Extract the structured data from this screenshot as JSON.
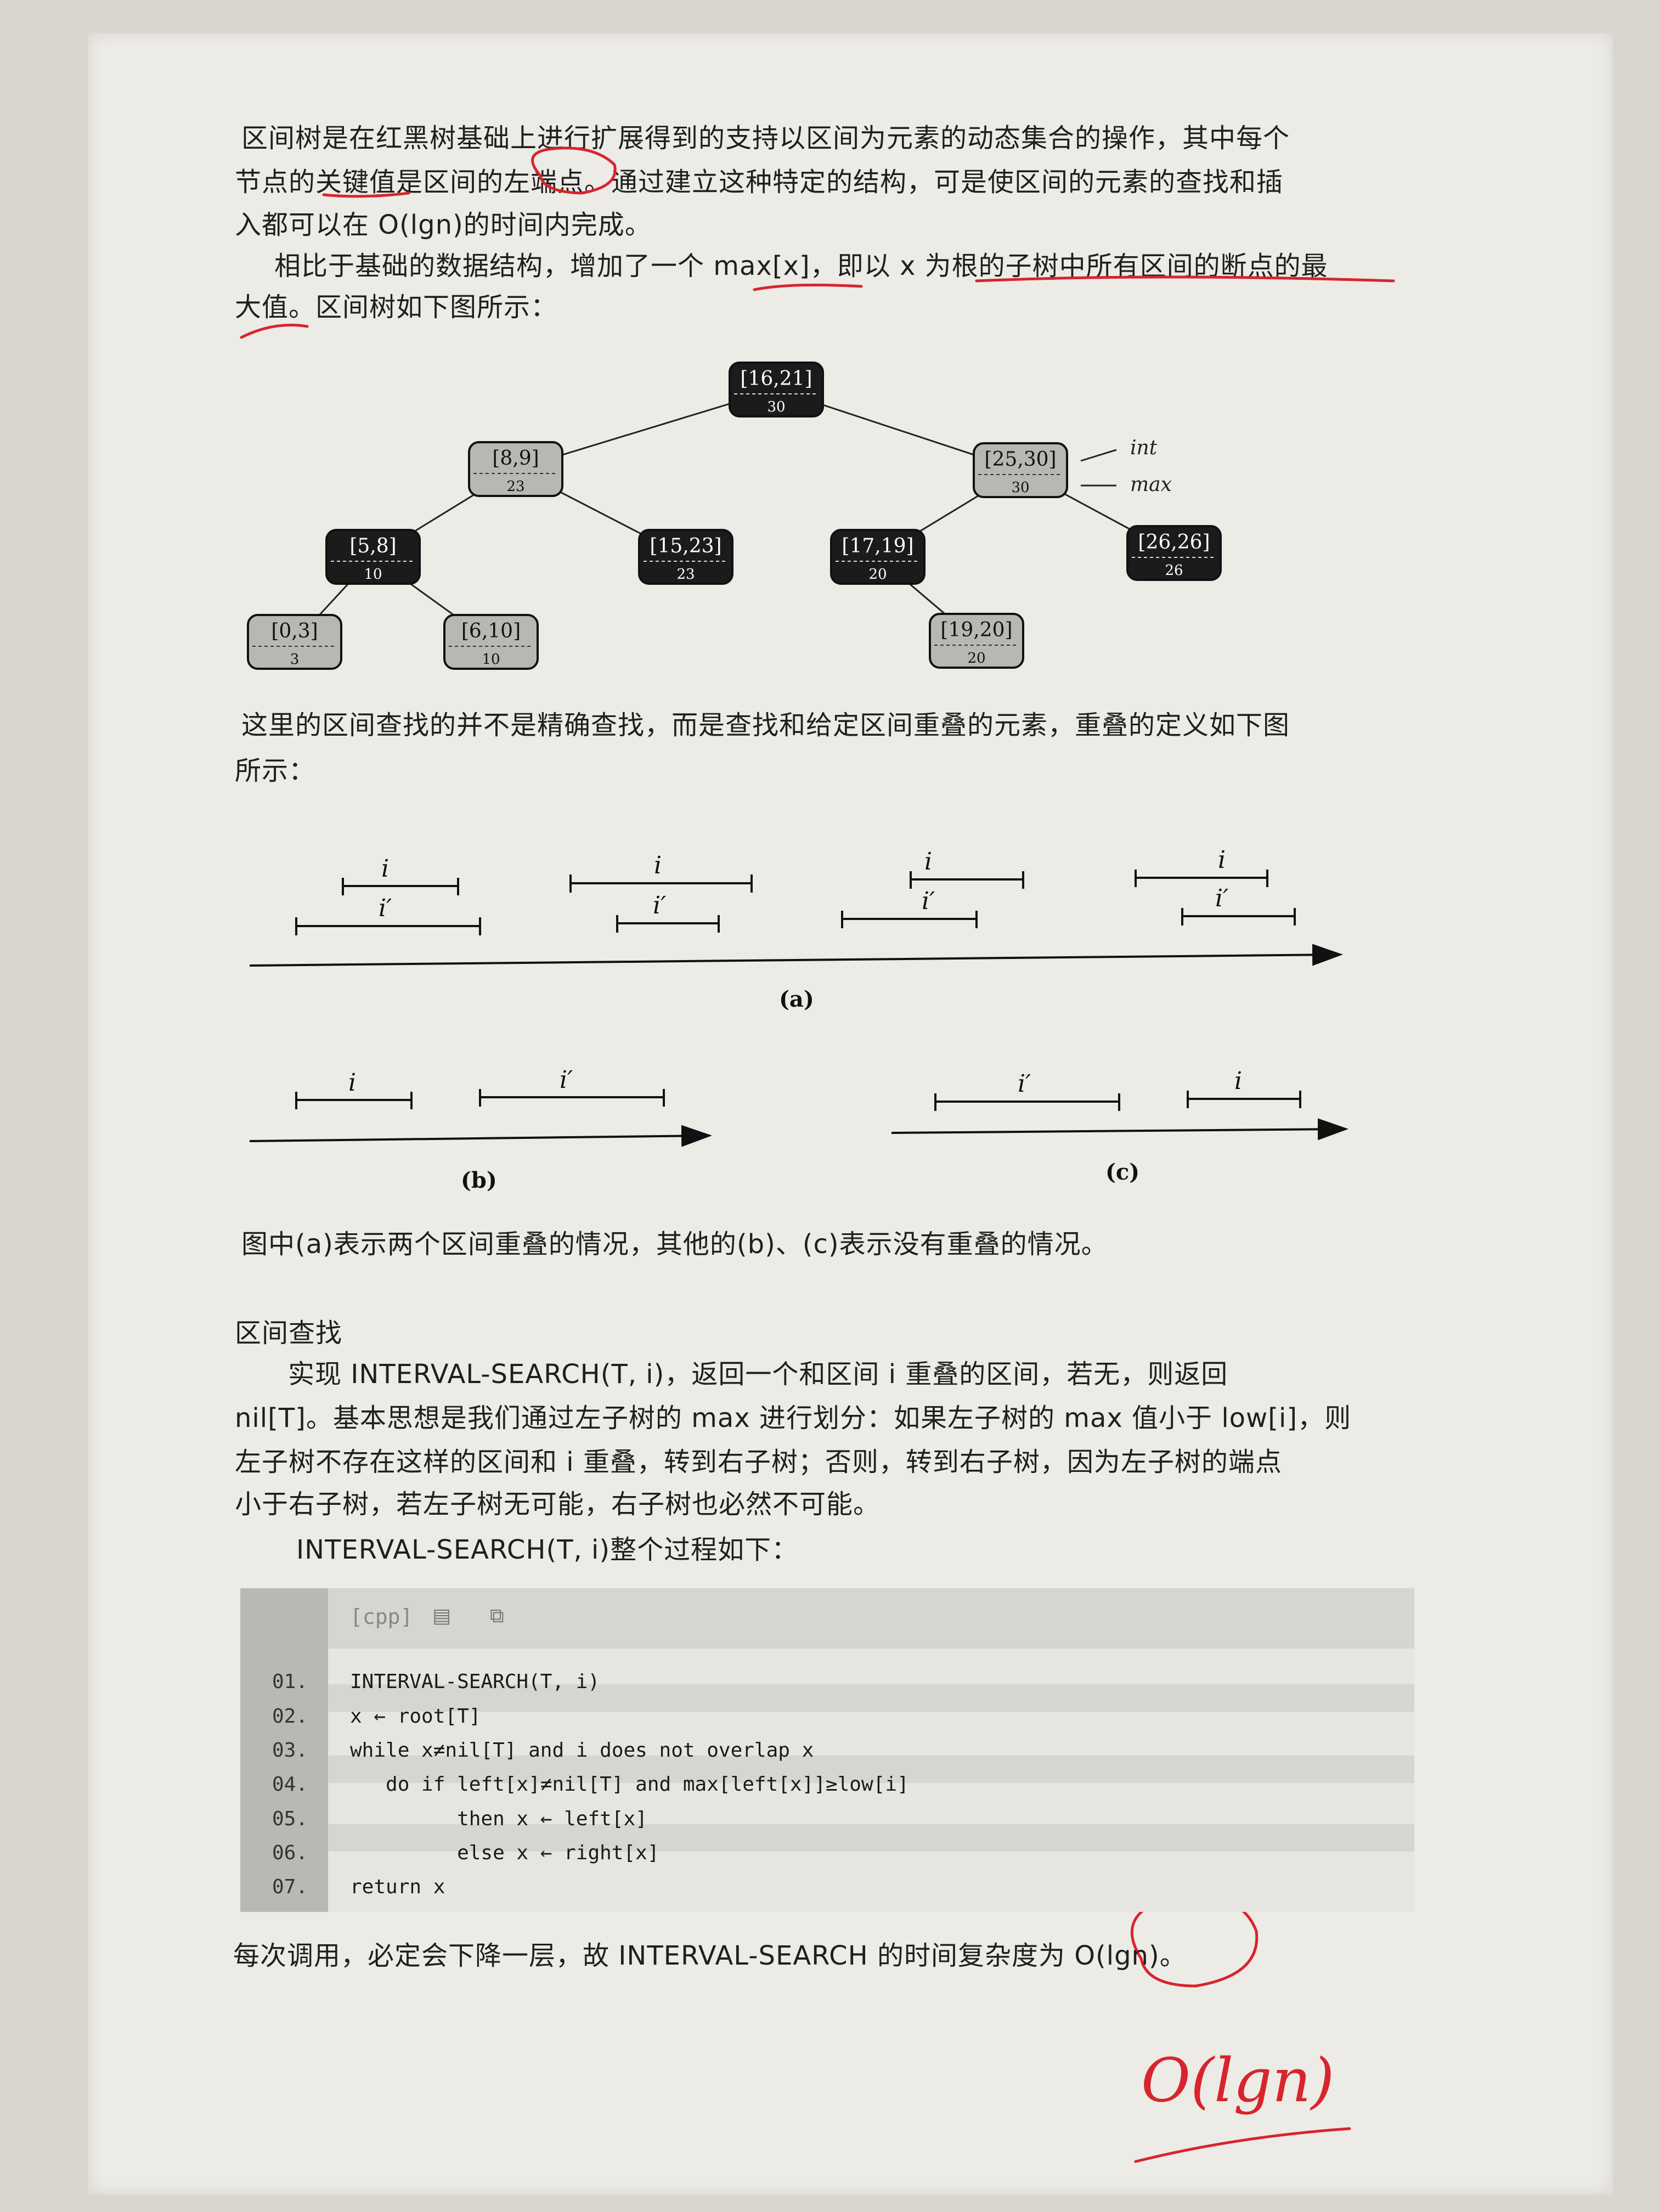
{
  "paragraphs": {
    "p1_l1": "区间树是在红黑树基础上进行扩展得到的支持以区间为元素的动态集合的操作，其中每个",
    "p1_l2": "节点的关键值是区间的左端点。通过建立这种特定的结构，可是使区间的元素的查找和插",
    "p1_l3": "入都可以在 O(lgn)的时间内完成。",
    "p2_l1": "相比于基础的数据结构，增加了一个 max[x]，即以 x 为根的子树中所有区间的断点的最",
    "p2_l2": "大值。区间树如下图所示：",
    "p3_l1": "这里的区间查找的并不是精确查找，而是查找和给定区间重叠的元素，重叠的定义如下图",
    "p3_l2": "所示：",
    "p4": "图中(a)表示两个区间重叠的情况，其他的(b)、(c)表示没有重叠的情况。",
    "heading": "区间查找",
    "p5_l1": "实现 INTERVAL-SEARCH(T, i)，返回一个和区间 i 重叠的区间，若无，则返回",
    "p5_l2": "nil[T]。基本思想是我们通过左子树的 max 进行划分：如果左子树的 max 值小于 low[i]，则",
    "p5_l3": "左子树不存在这样的区间和 i 重叠，转到右子树；否则，转到右子树，因为左子树的端点",
    "p5_l4": "小于右子树，若左子树无可能，右子树也必然不可能。",
    "p6": "INTERVAL-SEARCH(T, i)整个过程如下：",
    "p7": "每次调用，必定会下降一层，故 INTERVAL-SEARCH 的时间复杂度为 O(lgn)。"
  },
  "tree": {
    "nodes": [
      {
        "id": "n1",
        "interval": "[16,21]",
        "max": "30",
        "color": "black"
      },
      {
        "id": "n2",
        "interval": "[8,9]",
        "max": "23",
        "color": "gray"
      },
      {
        "id": "n3",
        "interval": "[25,30]",
        "max": "30",
        "color": "gray"
      },
      {
        "id": "n4",
        "interval": "[5,8]",
        "max": "10",
        "color": "black"
      },
      {
        "id": "n5",
        "interval": "[15,23]",
        "max": "23",
        "color": "black"
      },
      {
        "id": "n6",
        "interval": "[17,19]",
        "max": "20",
        "color": "black"
      },
      {
        "id": "n7",
        "interval": "[26,26]",
        "max": "26",
        "color": "black"
      },
      {
        "id": "n8",
        "interval": "[0,3]",
        "max": "3",
        "color": "gray"
      },
      {
        "id": "n9",
        "interval": "[6,10]",
        "max": "10",
        "color": "gray"
      },
      {
        "id": "n10",
        "interval": "[19,20]",
        "max": "20",
        "color": "gray"
      }
    ],
    "label_int": "int",
    "label_max": "max"
  },
  "overlap_figure": {
    "label_i": "i",
    "label_i_prime": "i′",
    "caption_a": "(a)",
    "caption_b": "(b)",
    "caption_c": "(c)"
  },
  "code": {
    "header": "[cpp]",
    "line_numbers": [
      "01.",
      "02.",
      "03.",
      "04.",
      "05.",
      "06.",
      "07."
    ],
    "lines": [
      "INTERVAL-SEARCH(T, i)",
      "x ← root[T]",
      "while x≠nil[T] and i does not overlap x",
      "   do if left[x]≠nil[T] and max[left[x]]≥low[i]",
      "         then x ← left[x]",
      "         else x ← right[x]",
      "return x"
    ]
  },
  "handwritten_note": "O(lgn)"
}
